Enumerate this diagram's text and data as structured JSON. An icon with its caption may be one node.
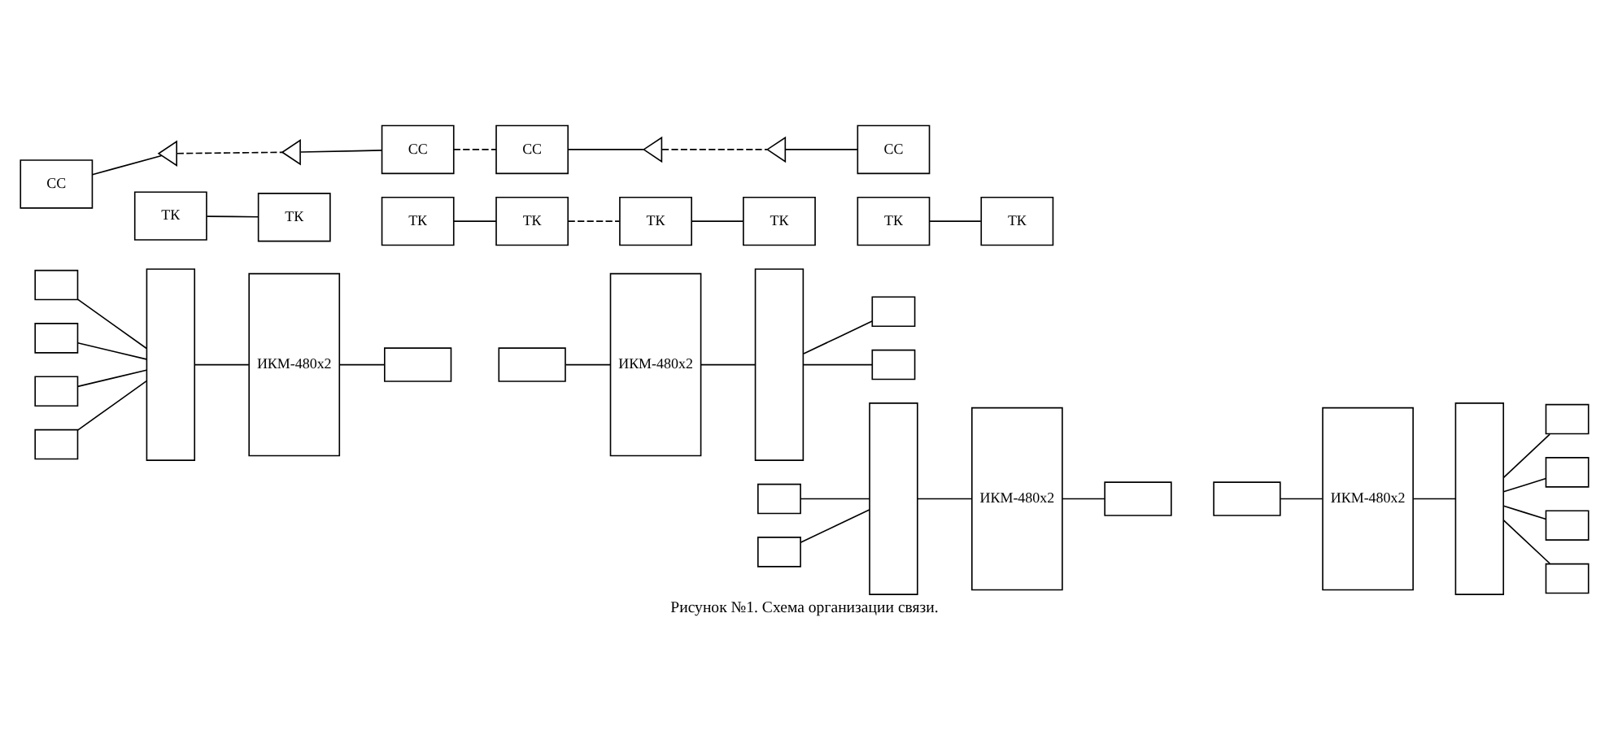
{
  "diagram": {
    "caption": "Рисунок №1. Схема организации связи.",
    "nodes": [
      {
        "text": [],
        "shape": "box"
      },
      {
        "text": [],
        "shape": "box"
      },
      {
        "text": [],
        "shape": "box"
      },
      {
        "text": [],
        "shape": "box"
      },
      {
        "text": [],
        "shape": "box"
      },
      {
        "text": [
          "ИКМ-480x2"
        ]
      },
      {
        "text": [],
        "shape": "box"
      },
      {
        "text": [],
        "shape": "box"
      },
      {
        "text": [
          "ИКМ-480x2"
        ]
      },
      {
        "text": [],
        "shape": "box"
      },
      {
        "text": [],
        "shape": "box"
      },
      {
        "text": [],
        "shape": "box"
      },
      {
        "text": [],
        "shape": "box"
      },
      {
        "text": [],
        "shape": "box"
      },
      {
        "text": [],
        "shape": "box"
      },
      {
        "text": [
          "ИКМ-480x2"
        ]
      },
      {
        "text": [],
        "shape": "box"
      },
      {
        "text": [],
        "shape": "box"
      },
      {
        "text": [
          "ИКМ-480x2"
        ]
      },
      {
        "text": [],
        "shape": "box"
      },
      {
        "text": [],
        "shape": "box"
      },
      {
        "text": [],
        "shape": "box"
      },
      {
        "text": [],
        "shape": "box"
      },
      {
        "text": [],
        "shape": "box"
      },
      {
        "text": [
          "СС"
        ]
      },
      {
        "text": [],
        "shape": "triangle"
      },
      {
        "text": [],
        "shape": "triangle"
      },
      {
        "text": [
          "СС"
        ]
      },
      {
        "text": [
          "СС"
        ]
      },
      {
        "text": [],
        "shape": "triangle"
      },
      {
        "text": [],
        "shape": "triangle"
      },
      {
        "text": [
          "СС"
        ]
      },
      {
        "text": [
          "ТК"
        ]
      },
      {
        "text": [
          "ТК"
        ]
      },
      {
        "text": [
          "ТК"
        ]
      },
      {
        "text": [
          "ТК"
        ]
      },
      {
        "text": [
          "ТК"
        ]
      },
      {
        "text": [
          "ТК"
        ]
      },
      {
        "text": [
          "ТК"
        ]
      },
      {
        "text": [
          "ТК"
        ]
      }
    ],
    "edges": [
      {
        "from": 0,
        "to": 4,
        "arrow": "none"
      },
      {
        "from": 1,
        "to": 4,
        "arrow": "none"
      },
      {
        "from": 2,
        "to": 4,
        "arrow": "none"
      },
      {
        "from": 3,
        "to": 4,
        "arrow": "none"
      },
      {
        "from": 4,
        "to": 5,
        "arrow": "none"
      },
      {
        "from": 5,
        "to": 6,
        "arrow": "none"
      },
      {
        "from": 7,
        "to": 8,
        "arrow": "none"
      },
      {
        "from": 8,
        "to": 9,
        "arrow": "none"
      },
      {
        "from": 9,
        "to": 10,
        "arrow": "none"
      },
      {
        "from": 9,
        "to": 11,
        "arrow": "none"
      },
      {
        "from": 12,
        "to": 14,
        "arrow": "none"
      },
      {
        "from": 13,
        "to": 14,
        "arrow": "none"
      },
      {
        "from": 14,
        "to": 15,
        "arrow": "none"
      },
      {
        "from": 15,
        "to": 16,
        "arrow": "none"
      },
      {
        "from": 17,
        "to": 18,
        "arrow": "none"
      },
      {
        "from": 18,
        "to": 19,
        "arrow": "none"
      },
      {
        "from": 19,
        "to": 20,
        "arrow": "none"
      },
      {
        "from": 19,
        "to": 21,
        "arrow": "none"
      },
      {
        "from": 19,
        "to": 22,
        "arrow": "none"
      },
      {
        "from": 19,
        "to": 23,
        "arrow": "none"
      },
      {
        "from": 24,
        "to": 25,
        "arrow": "none"
      },
      {
        "from": 25,
        "to": 26,
        "arrow": "none",
        "style": "dashed"
      },
      {
        "from": 26,
        "to": 27,
        "arrow": "none"
      },
      {
        "from": 27,
        "to": 28,
        "arrow": "none",
        "style": "dashed"
      },
      {
        "from": 28,
        "to": 29,
        "arrow": "none"
      },
      {
        "from": 29,
        "to": 30,
        "arrow": "none",
        "style": "dashed"
      },
      {
        "from": 30,
        "to": 31,
        "arrow": "none"
      },
      {
        "from": 32,
        "to": 33,
        "arrow": "none"
      },
      {
        "from": 34,
        "to": 35,
        "arrow": "none"
      },
      {
        "from": 35,
        "to": 36,
        "arrow": "none",
        "style": "dashed"
      },
      {
        "from": 36,
        "to": 37,
        "arrow": "none"
      },
      {
        "from": 38,
        "to": 39,
        "arrow": "none"
      }
    ]
  }
}
